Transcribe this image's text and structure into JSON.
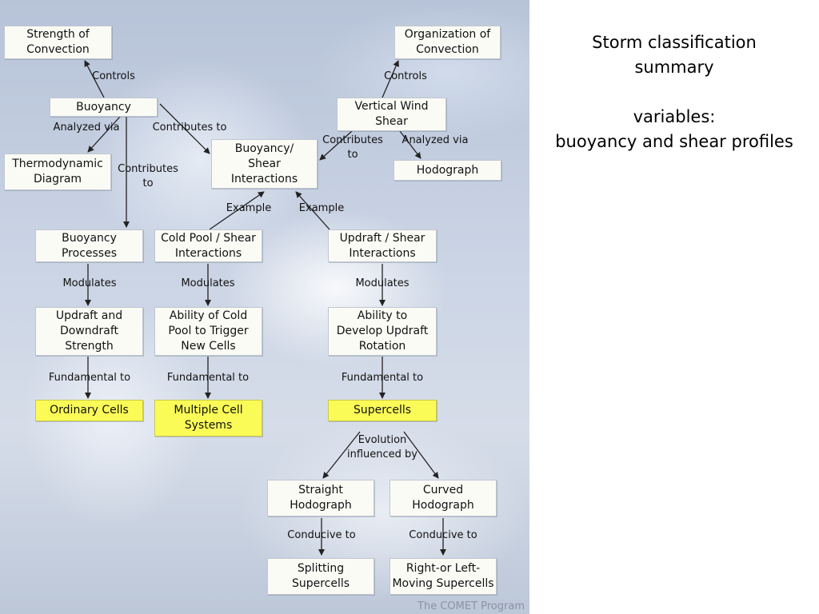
{
  "title": {
    "line1": "Storm classification",
    "line2": "summary",
    "line3": "variables:",
    "line4": "buoyancy and shear profiles"
  },
  "diagram": {
    "credit": "The COMET Program",
    "nodes": {
      "strength": "Strength of\nConvection",
      "organization": "Organization of\nConvection",
      "buoyancy": "Buoyancy",
      "shear": "Vertical Wind\nShear",
      "thermo": "Thermodynamic\nDiagram",
      "interactions": "Buoyancy/\nShear\nInteractions",
      "hodograph": "Hodograph",
      "buoy_proc": "Buoyancy\nProcesses",
      "cold_pool": "Cold Pool / Shear\nInteractions",
      "updraft_shear": "Updraft / Shear\nInteractions",
      "updraft_strength": "Updraft and\nDowndraft\nStrength",
      "cold_trigger": "Ability of Cold\nPool to Trigger\nNew Cells",
      "rotation": "Ability to\nDevelop Updraft\nRotation",
      "ordinary": "Ordinary Cells",
      "multicell": "Multiple Cell\nSystems",
      "supercells": "Supercells",
      "straight": "Straight\nHodograph",
      "curved": "Curved\nHodograph",
      "splitting": "Splitting\nSupercells",
      "moving": "Right-or Left-\nMoving Supercells"
    },
    "labels": {
      "controls_left": "Controls",
      "controls_right": "Controls",
      "analyzed_left": "Analyzed via",
      "analyzed_right": "Analyzed via",
      "contributes_to": "Contributes to",
      "contributes_left": "Contributes\nto",
      "contributes_right": "Contributes\nto",
      "example_left": "Example",
      "example_right": "Example",
      "modulates_1": "Modulates",
      "modulates_2": "Modulates",
      "modulates_3": "Modulates",
      "fundamental_1": "Fundamental to",
      "fundamental_2": "Fundamental to",
      "fundamental_3": "Fundamental to",
      "evolution": "Evolution\ninfluenced by",
      "conducive_1": "Conducive to",
      "conducive_2": "Conducive to"
    }
  }
}
